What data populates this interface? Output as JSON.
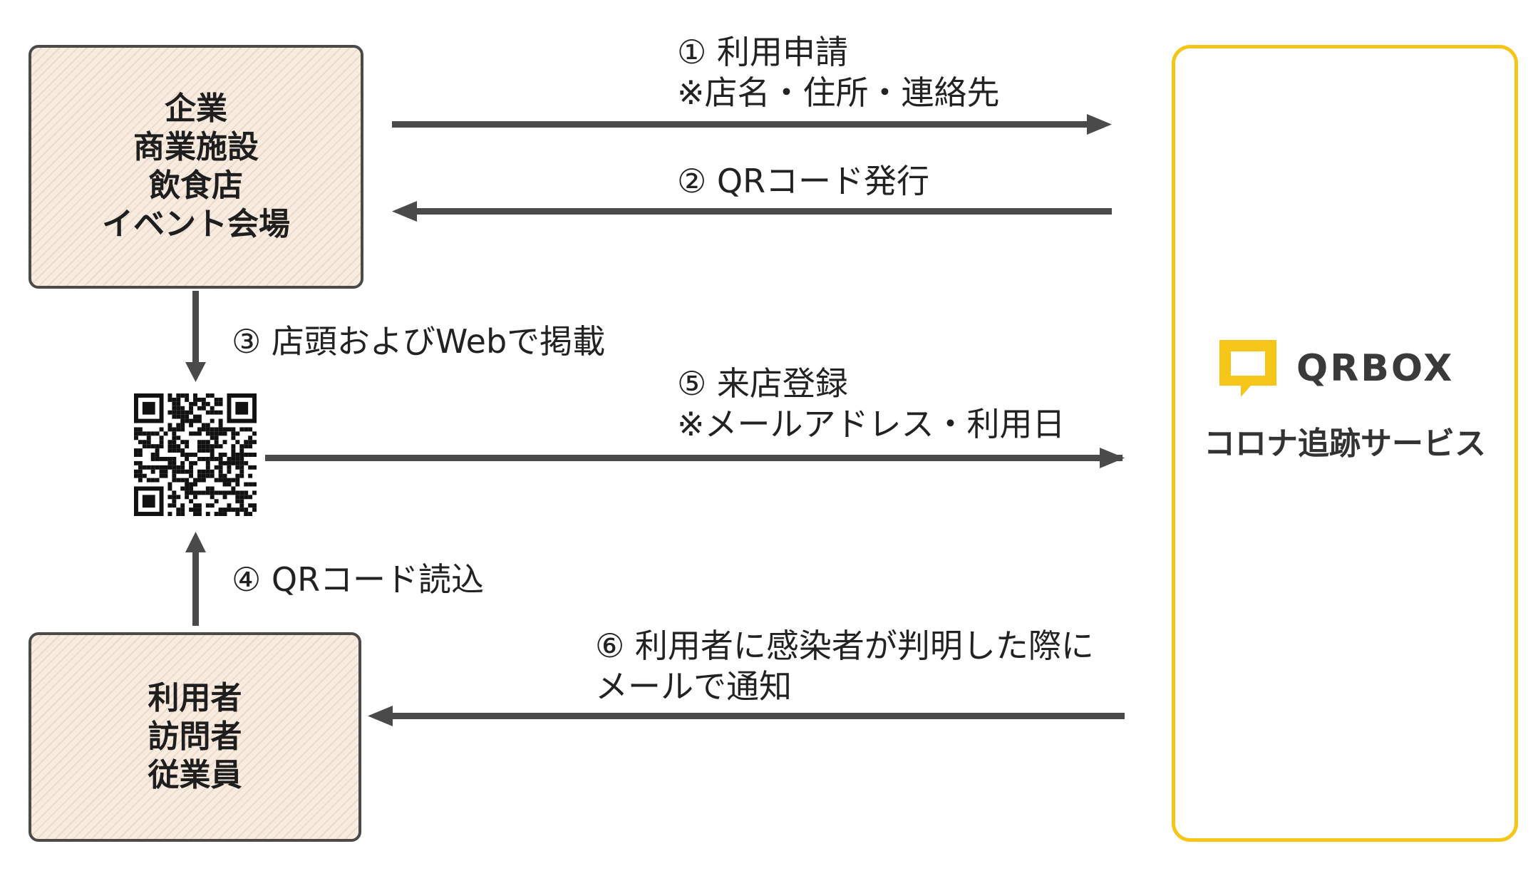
{
  "actors": {
    "business": {
      "lines": [
        "企業",
        "商業施設",
        "飲食店",
        "イベント会場"
      ]
    },
    "users": {
      "lines": [
        "利用者",
        "訪問者",
        "従業員"
      ]
    }
  },
  "service": {
    "brand": "QRBOX",
    "subtitle": "コロナ追跡サービス",
    "border_color": "#f5c518",
    "logo_icon": "qrbox-logo-icon"
  },
  "steps": {
    "s1": {
      "title": "① 利用申請",
      "note": "※店名・住所・連絡先"
    },
    "s2": {
      "title": "② QRコード発行"
    },
    "s3": {
      "title": "③ 店頭およびWebで掲載"
    },
    "s4": {
      "title": "④ QRコード読込"
    },
    "s5": {
      "title": "⑤ 来店登録",
      "note": "※メールアドレス・利用日"
    },
    "s6": {
      "title": "⑥ 利用者に感染者が判明した際に",
      "note": "メールで通知"
    }
  },
  "colors": {
    "arrow": "#4a4a4a",
    "box_fill": "#f8ece1",
    "accent": "#f5c518"
  }
}
